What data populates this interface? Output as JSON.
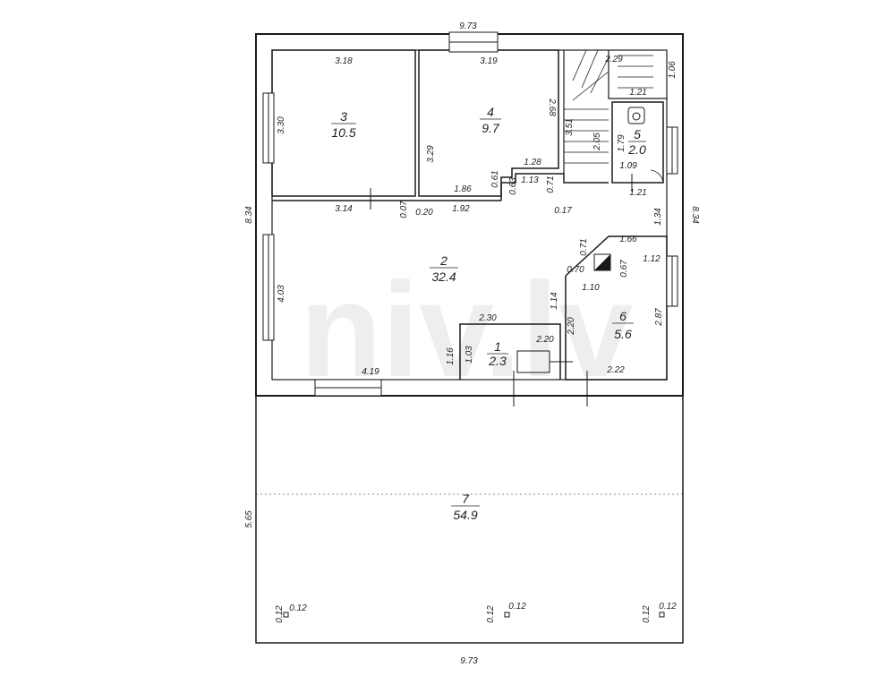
{
  "watermark": "niv.lv",
  "overall": {
    "top": "9.73",
    "bottom": "9.73",
    "left": "8.34",
    "right": "8.34",
    "terrace_left": "5.65"
  },
  "rooms": [
    {
      "num": "1",
      "area": "2.3"
    },
    {
      "num": "2",
      "area": "32.4"
    },
    {
      "num": "3",
      "area": "10.5"
    },
    {
      "num": "4",
      "area": "9.7"
    },
    {
      "num": "5",
      "area": "2.0"
    },
    {
      "num": "6",
      "area": "5.6"
    },
    {
      "num": "7",
      "area": "54.9"
    }
  ],
  "dims": {
    "r3_top": "3.18",
    "r3_left": "3.30",
    "r3_bottom": "3.14",
    "r4_top": "3.19",
    "r4_right": "2.68",
    "r4_left": "3.29",
    "r4_b1": "1.86",
    "r4_b2": "0.61",
    "r4_b3": "1.28",
    "r4_b4": "0.63",
    "r4_b5": "1.13",
    "r4_b6": "0.71",
    "stair_top": "2.29",
    "stair_right": "1.06",
    "stair_w": "1.21",
    "stair_l": "3.51",
    "stair_l2": "2.05",
    "r5_h": "1.79",
    "r5_w": "1.09",
    "r5_b": "1.21",
    "wall_007": "0.07",
    "wall_020": "0.20",
    "c192": "1.92",
    "c017": "0.17",
    "c134": "1.34",
    "r2_left": "4.03",
    "r2_bottom": "4.19",
    "r6_top": "1.66",
    "r6_071": "0.71",
    "r6_070": "0.70",
    "r6_067": "0.67",
    "r6_112": "1.12",
    "r6_110": "1.10",
    "r6_114": "1.14",
    "r6_right": "2.87",
    "r6_220": "2.20",
    "r6_bottom": "2.22",
    "r1_top": "2.30",
    "r1_left": "1.16",
    "r1_left2": "1.03",
    "r1_right": "2.20",
    "post": "0.12"
  }
}
